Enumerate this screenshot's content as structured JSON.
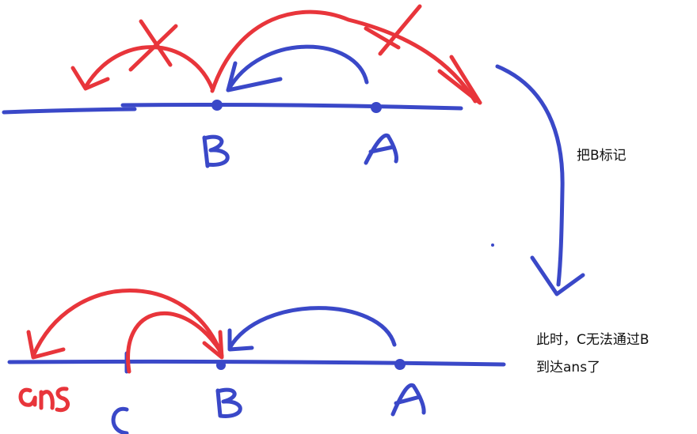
{
  "top": {
    "point_b_label": "B",
    "point_a_label": "A"
  },
  "transition_note": "把B标记",
  "bottom": {
    "point_b_label": "B",
    "point_a_label": "A",
    "point_c_label": "C",
    "answer_label": "ans",
    "note_line1": "此时，C无法通过B",
    "note_line2": "到达ans了"
  },
  "colors": {
    "blue_ink": "#3a48c8",
    "red_ink": "#e8353b"
  }
}
